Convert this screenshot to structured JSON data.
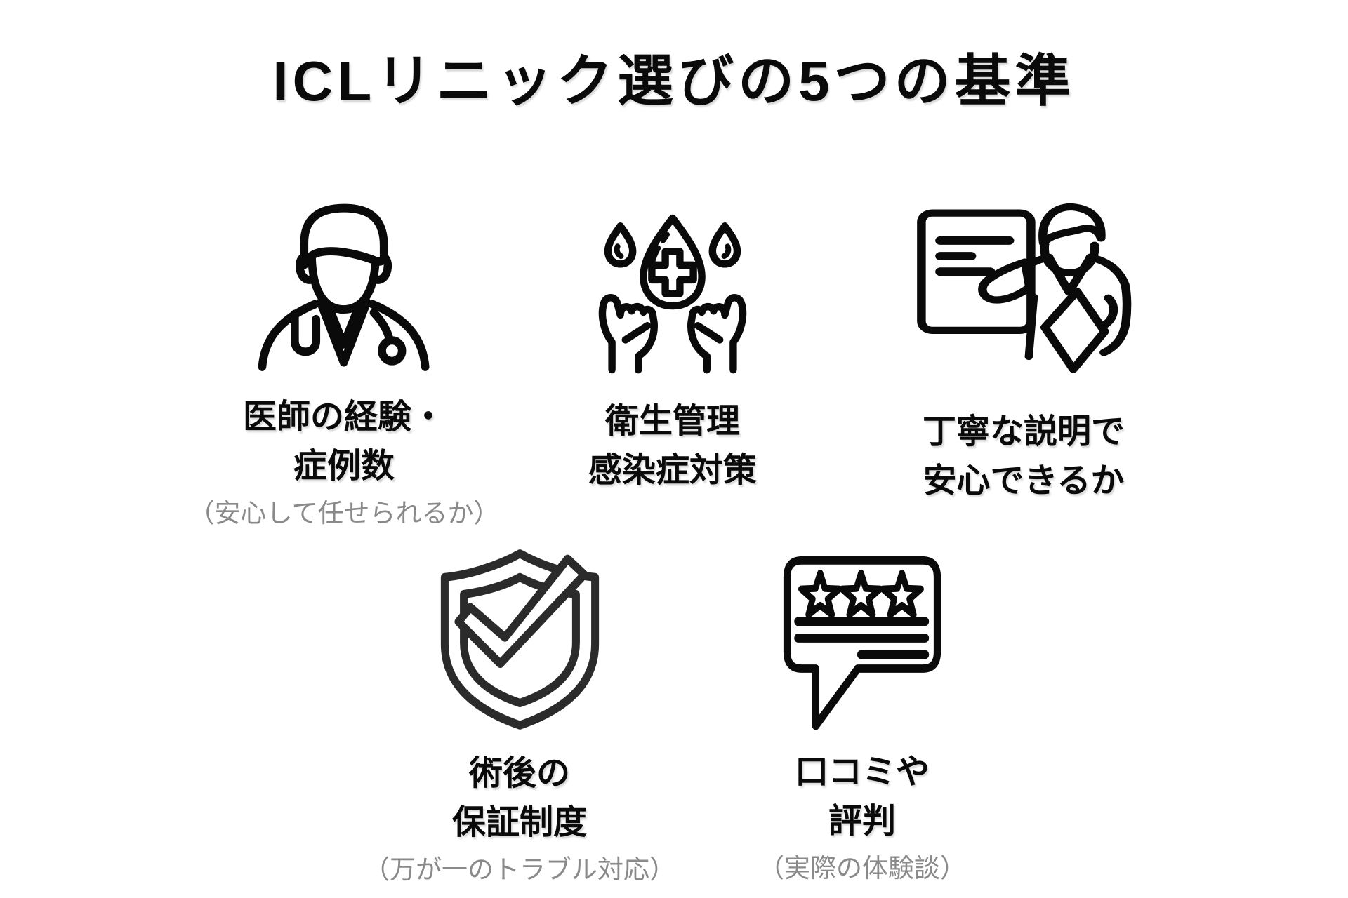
{
  "page": {
    "title": "ICLリニック選びの5つの基準",
    "background": "#ffffff"
  },
  "colors": {
    "heading_text": "#0a0a0a",
    "label_text": "#0a0a0a",
    "note_text": "#8a8a8a",
    "icon_stroke": "#0a0a0a",
    "shield_icon_stroke": "#2b2b2b"
  },
  "criteria": [
    {
      "id": "doctor-experience",
      "icon": "doctor-icon",
      "title_lines": [
        "医師の経験・",
        "症例数"
      ],
      "note": "（安心して任せられるか）"
    },
    {
      "id": "hygiene-infection-control",
      "icon": "hands-holding-medical-drop-icon",
      "title_lines": [
        "衛生管理",
        "感染症対策"
      ],
      "note": ""
    },
    {
      "id": "careful-explanation",
      "icon": "presenter-explanation-icon",
      "title_lines": [
        "丁寧な説明で",
        "安心できるか"
      ],
      "note": ""
    },
    {
      "id": "postoperative-warranty",
      "icon": "shield-check-icon",
      "title_lines": [
        "術後の",
        "保証制度"
      ],
      "note": "（万が一のトラブル対応）"
    },
    {
      "id": "reviews-reputation",
      "icon": "review-speech-bubble-icon",
      "title_lines": [
        "口コミや",
        "評判"
      ],
      "note": "（実際の体験談）"
    }
  ]
}
